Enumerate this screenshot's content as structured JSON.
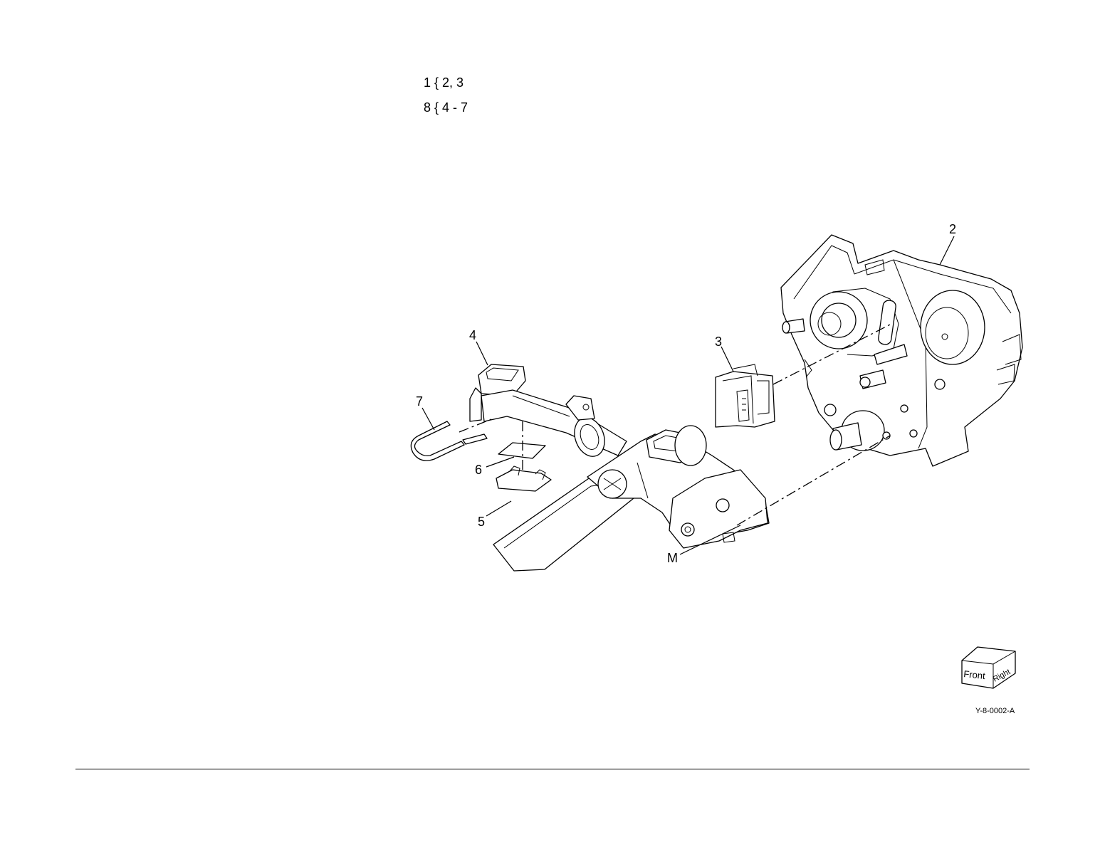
{
  "assembly_notes": [
    {
      "id": "1",
      "text": "1 { 2, 3"
    },
    {
      "id": "8",
      "text": "8 { 4 - 7"
    }
  ],
  "callouts": {
    "c2": "2",
    "c3": "3",
    "c4": "4",
    "c5": "5",
    "c6": "6",
    "c7": "7",
    "cM": "M"
  },
  "orientation_cube": {
    "front": "Front",
    "right": "Right"
  },
  "figure_id": "Y-8-0002-A"
}
